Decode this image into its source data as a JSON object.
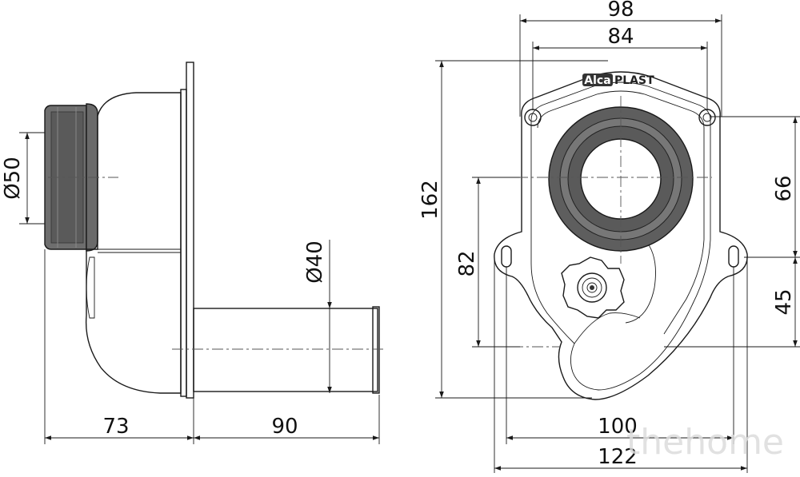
{
  "dimensions": {
    "side_pipe_diameter": "Ø50",
    "outlet_diameter": "Ø40",
    "side_depth": "73",
    "outlet_length": "90",
    "total_width": "98",
    "hole_spacing_top": "84",
    "total_height": "162",
    "ring_center_to_hole": "66",
    "hole_to_outlet": "45",
    "ring_to_outlet": "82",
    "lower_hole_spacing": "100",
    "flange_width": "122"
  },
  "brand": {
    "part1": "Alca",
    "part2": "PLAST"
  },
  "watermark": "thehome",
  "colors": {
    "line": "#1a1a1a",
    "seal": "#555555",
    "seal_inner": "#7a7a7a"
  }
}
